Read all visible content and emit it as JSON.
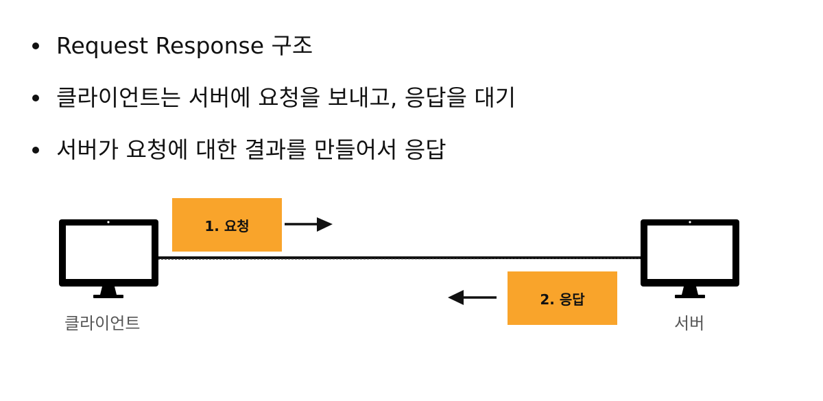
{
  "bullets": [
    "Request Response 구조",
    "클라이언트는 서버에 요청을 보내고, 응답을 대기",
    "서버가 요청에 대한 결과를 만들어서 응답"
  ],
  "diagram": {
    "client_label": "클라이언트",
    "server_label": "서버",
    "request_label": "1. 요청",
    "response_label": "2. 응답",
    "box_color": "#f9a42b"
  }
}
